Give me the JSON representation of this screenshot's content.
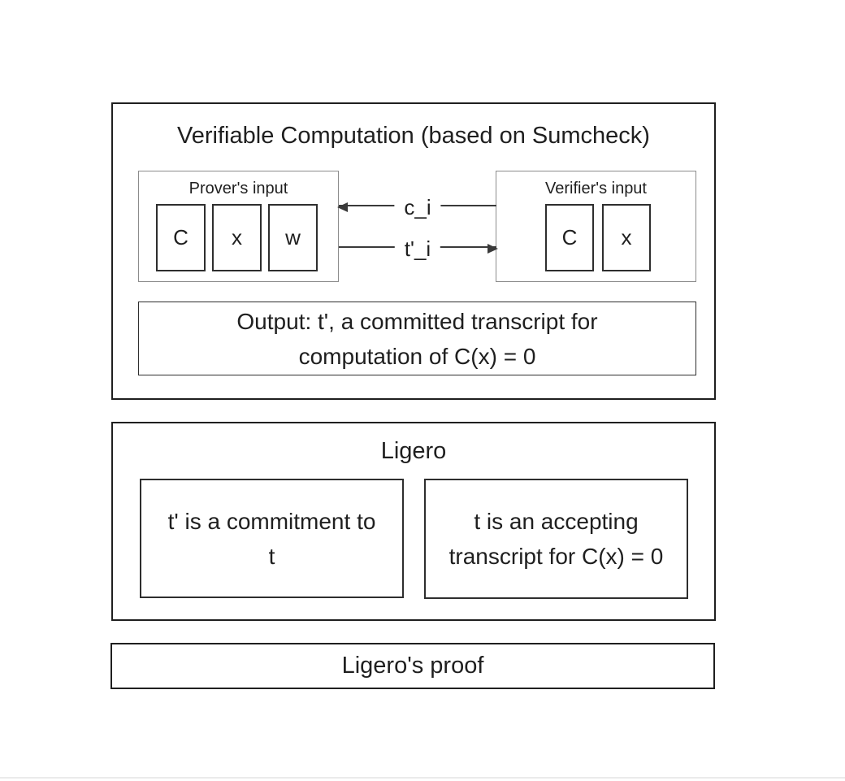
{
  "vc": {
    "title": "Verifiable Computation (based on Sumcheck)",
    "prover": {
      "label": "Prover's input",
      "items": [
        "C",
        "x",
        "w"
      ]
    },
    "verifier": {
      "label": "Verifier's input",
      "items": [
        "C",
        "x"
      ]
    },
    "arrows": {
      "to_prover_label": "c_i",
      "to_verifier_label": "t'_i"
    },
    "output": {
      "line1": "Output: t', a committed transcript for",
      "line2": "computation of C(x) = 0"
    }
  },
  "ligero": {
    "title": "Ligero",
    "left_claim": {
      "line1": "t' is a commitment to",
      "line2": "t"
    },
    "right_claim": {
      "line1": "t is an accepting",
      "line2": "transcript for C(x) = 0"
    }
  },
  "proof": {
    "label": "Ligero's proof"
  },
  "colors": {
    "outer_border": "#1f1f1f",
    "container_border": "#8c8c8c",
    "item_border": "#2e2e2e",
    "arrow_line": "#3a3a3a",
    "text": "#1f1f1f",
    "background": "#ffffff"
  }
}
